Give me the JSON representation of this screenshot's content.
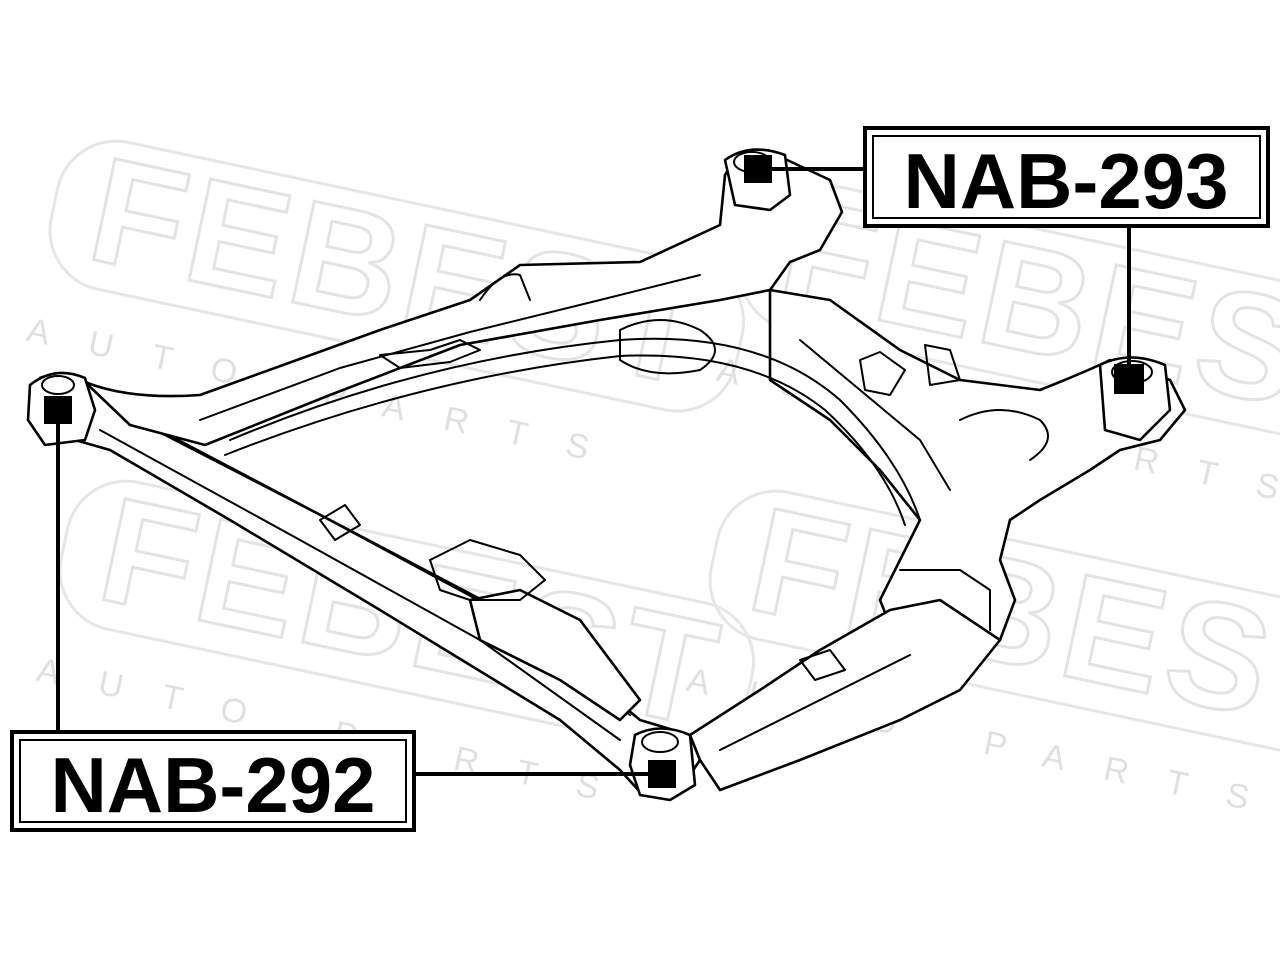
{
  "watermark": {
    "brand": "FEBEST",
    "tagline": "AUTO PARTS"
  },
  "callouts": [
    {
      "id": "nab-293",
      "label": "NAB-293"
    },
    {
      "id": "nab-292",
      "label": "NAB-292"
    }
  ]
}
